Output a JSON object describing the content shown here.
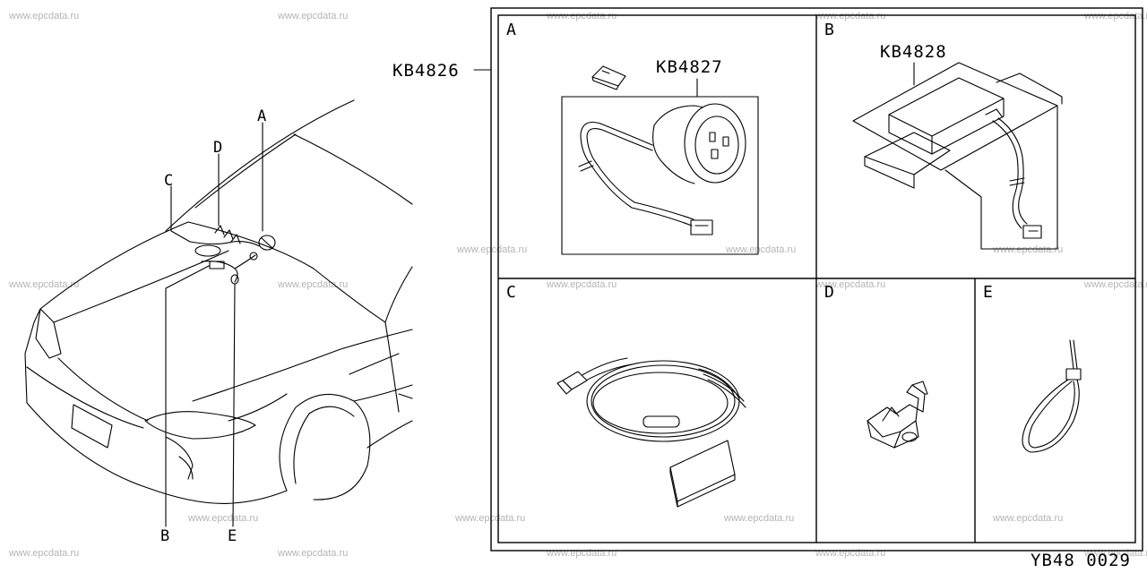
{
  "watermarks": [
    "www.epcdata.ru",
    "www.epcdata.ru",
    "www.epcdata.ru",
    "www.epcdata.ru",
    "www.epcdata.ru",
    "www.epcdata.ru",
    "www.epcdata.ru",
    "www.epcdata.ru",
    "www.epcdata.ru",
    "www.epcdata.ru",
    "www.epcdata.ru",
    "www.epcdata.ru",
    "www.epcdata.ru",
    "www.epcdata.ru",
    "www.epcdata.ru",
    "www.epcdata.ru",
    "www.epcdata.ru",
    "www.epcdata.ru",
    "www.epcdata.ru",
    "www.epcdata.ru",
    "www.epcdata.ru",
    "www.epcdata.ru",
    "www.epcdata.ru",
    "www.epcdata.ru",
    "www.epcdata.ru",
    "www.epcdata.ru",
    "www.epcdata.ru",
    "www.epcdata.ru"
  ],
  "car_callouts": {
    "a": "A",
    "b": "B",
    "c": "C",
    "d": "D",
    "e": "E"
  },
  "kit_code": "KB4826",
  "panels": {
    "a": {
      "label": "A",
      "part_code": "KB4827"
    },
    "b": {
      "label": "B",
      "part_code": "KB4828"
    },
    "c": {
      "label": "C"
    },
    "d": {
      "label": "D"
    },
    "e": {
      "label": "E"
    }
  },
  "diagram_code": "YB48 0029"
}
